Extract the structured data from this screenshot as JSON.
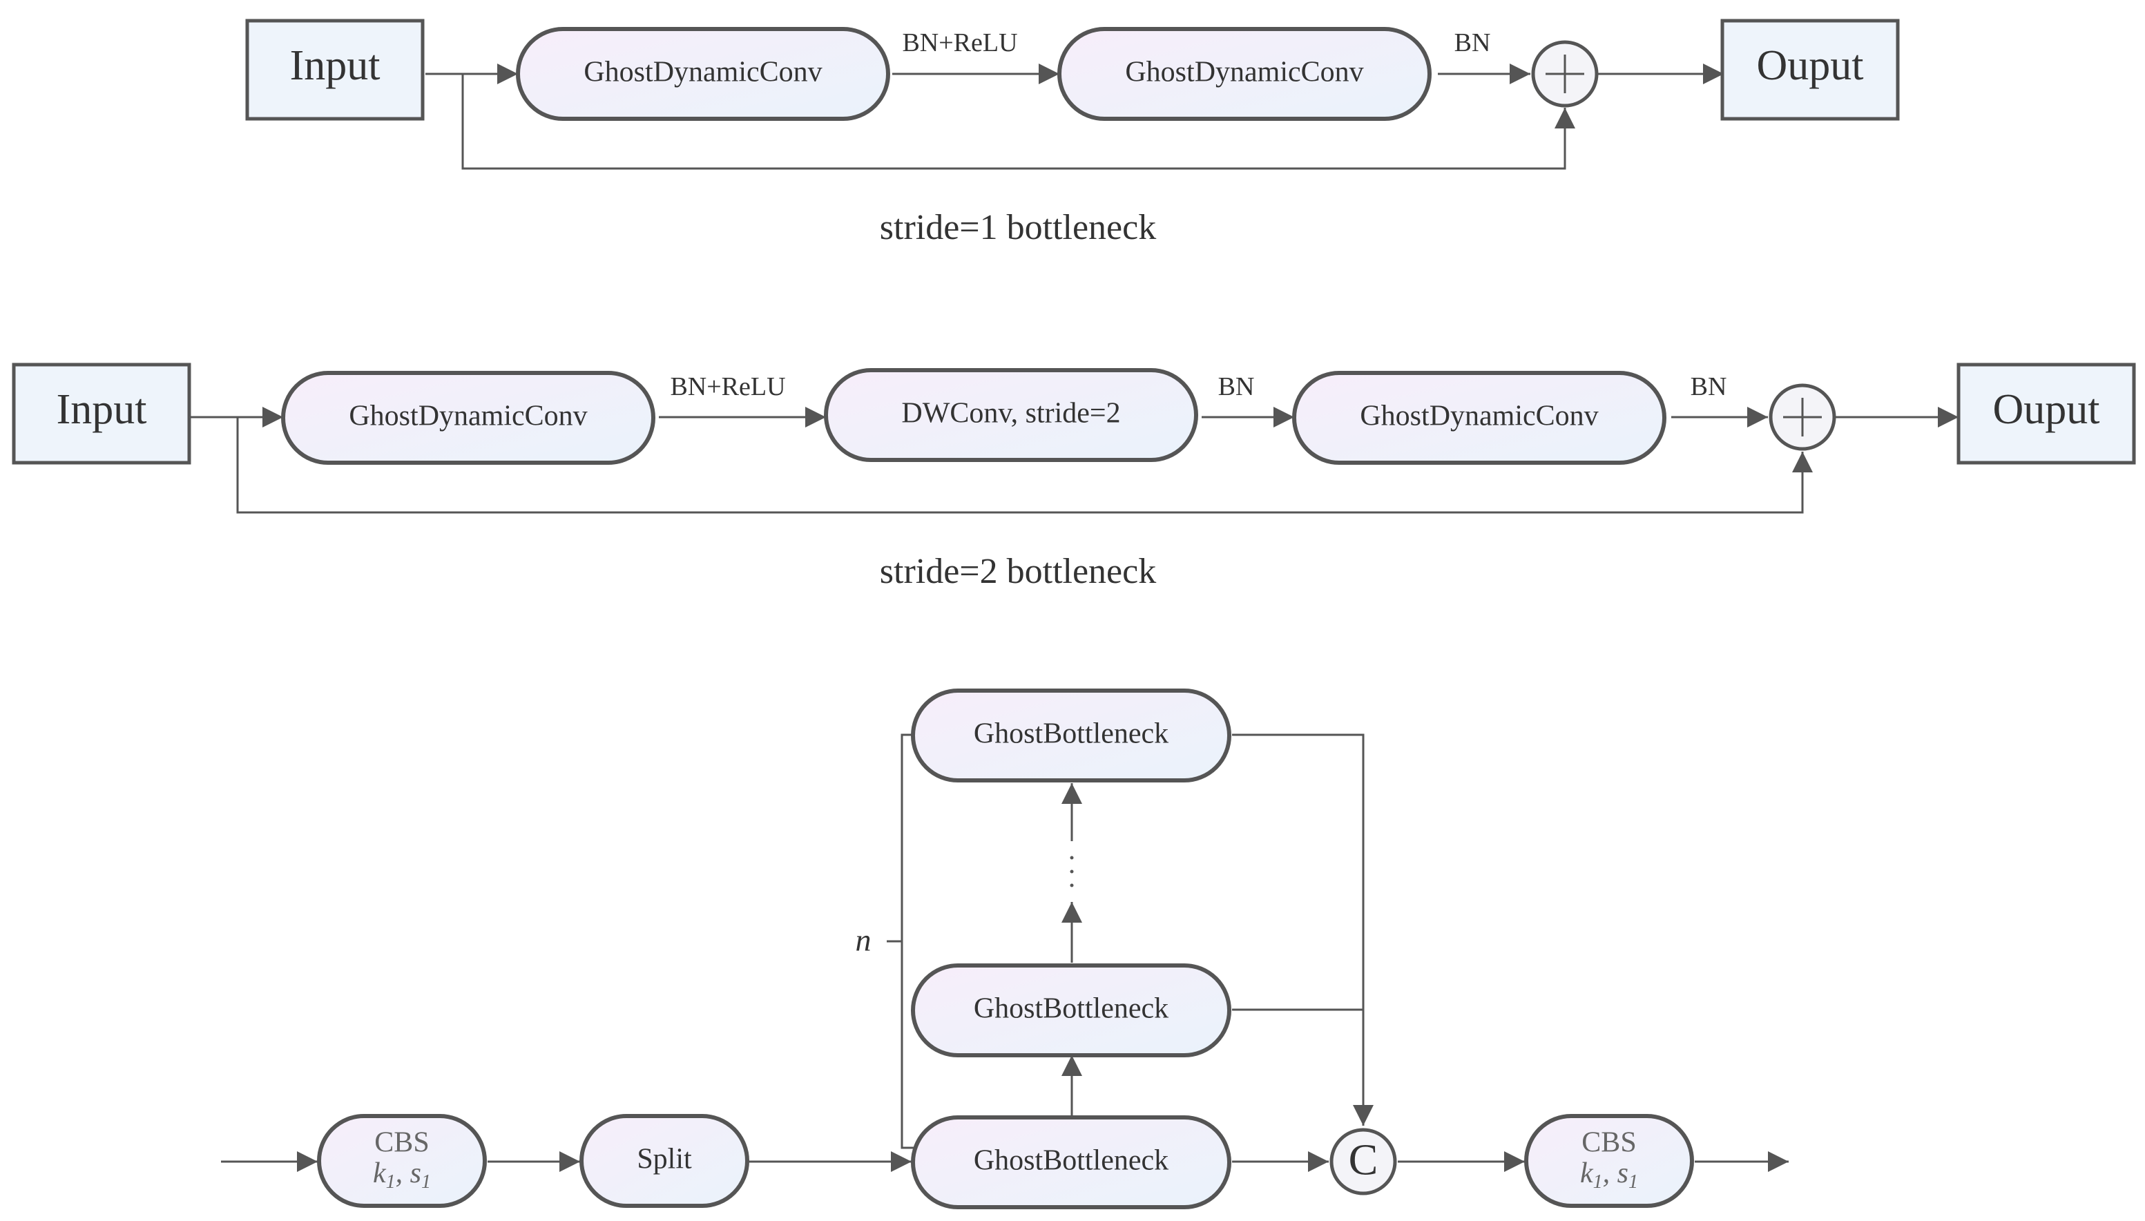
{
  "diagram": {
    "stride1": {
      "caption": "stride=1 bottleneck",
      "input": "Input",
      "output": "Ouput",
      "conv1": "GhostDynamicConv",
      "conv2": "GhostDynamicConv",
      "label_after_conv1": "BN+ReLU",
      "label_after_conv2": "BN",
      "add_symbol": "+"
    },
    "stride2": {
      "caption": "stride=2 bottleneck",
      "input": "Input",
      "output": "Ouput",
      "conv1": "GhostDynamicConv",
      "dwconv": "DWConv, stride=2",
      "conv2": "GhostDynamicConv",
      "label_after_conv1": "BN+ReLU",
      "label_after_dwconv": "BN",
      "label_after_conv2": "BN",
      "add_symbol": "+"
    },
    "c2f": {
      "cbs_in": {
        "name": "CBS",
        "k": "k",
        "k_sub": "1",
        "s": "s",
        "s_sub": "1"
      },
      "split": "Split",
      "bottleneck_top": "GhostBottleneck",
      "bottleneck_mid": "GhostBottleneck",
      "bottleneck_bottom": "GhostBottleneck",
      "repeat_label": "n",
      "concat_symbol": "C",
      "cbs_out": {
        "name": "CBS",
        "k": "k",
        "k_sub": "1",
        "s": "s",
        "s_sub": "1"
      }
    }
  }
}
